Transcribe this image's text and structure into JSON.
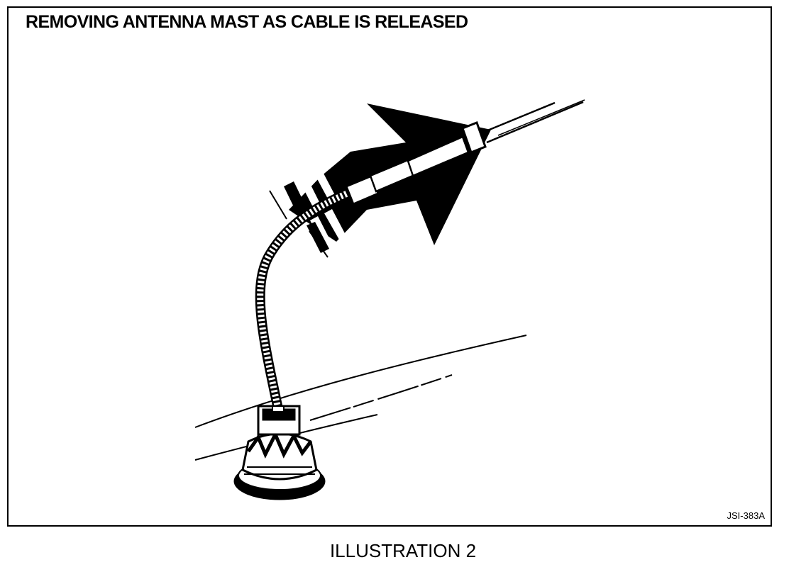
{
  "figure": {
    "title": "REMOVING ANTENNA MAST AS CABLE IS RELEASED",
    "code": "JSI-383A",
    "caption": "ILLUSTRATION 2"
  },
  "icons": [
    "arrow-icon",
    "antenna-mast-icon",
    "antenna-base-icon"
  ],
  "colors": {
    "ink": "#000000",
    "paper": "#ffffff"
  }
}
